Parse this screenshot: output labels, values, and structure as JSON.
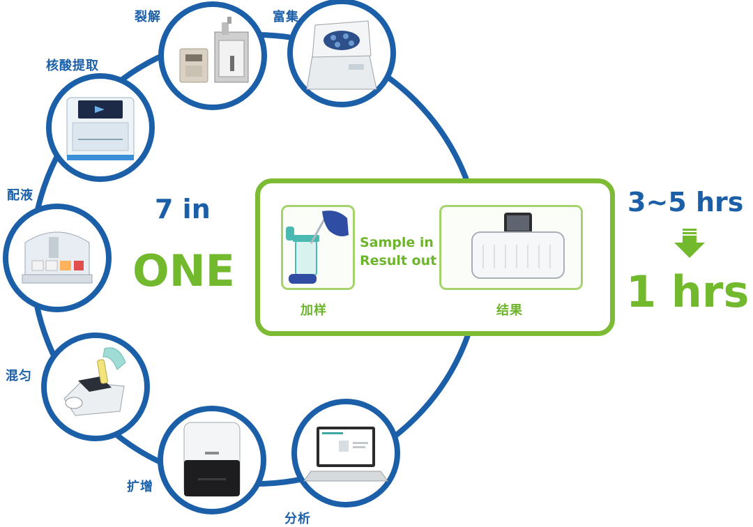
{
  "steps": [
    {
      "id": "lysis",
      "label": "裂解",
      "device": "ultrasonic-homogenizer"
    },
    {
      "id": "enrich",
      "label": "富集",
      "device": "centrifuge"
    },
    {
      "id": "extract",
      "label": "核酸提取",
      "device": "nucleic-acid-extractor"
    },
    {
      "id": "prep",
      "label": "配液",
      "device": "liquid-handler"
    },
    {
      "id": "mix",
      "label": "混匀",
      "device": "vortex-mixer"
    },
    {
      "id": "amplify",
      "label": "扩增",
      "device": "pcr-instrument"
    },
    {
      "id": "analyze",
      "label": "分析",
      "device": "laptop-analysis"
    }
  ],
  "headline": {
    "line1": "7 in",
    "line2": "ONE"
  },
  "center_box": {
    "sample_label": "加样",
    "result_label": "结果",
    "tagline_1": "Sample in",
    "tagline_2": "Result out"
  },
  "time": {
    "before": "3~5 hrs",
    "after": "1 hrs",
    "arrow_icon": "down-arrow-icon"
  },
  "colors": {
    "blue": "#1b5fa8",
    "green": "#72b92e",
    "light_green": "#a6d26e"
  }
}
